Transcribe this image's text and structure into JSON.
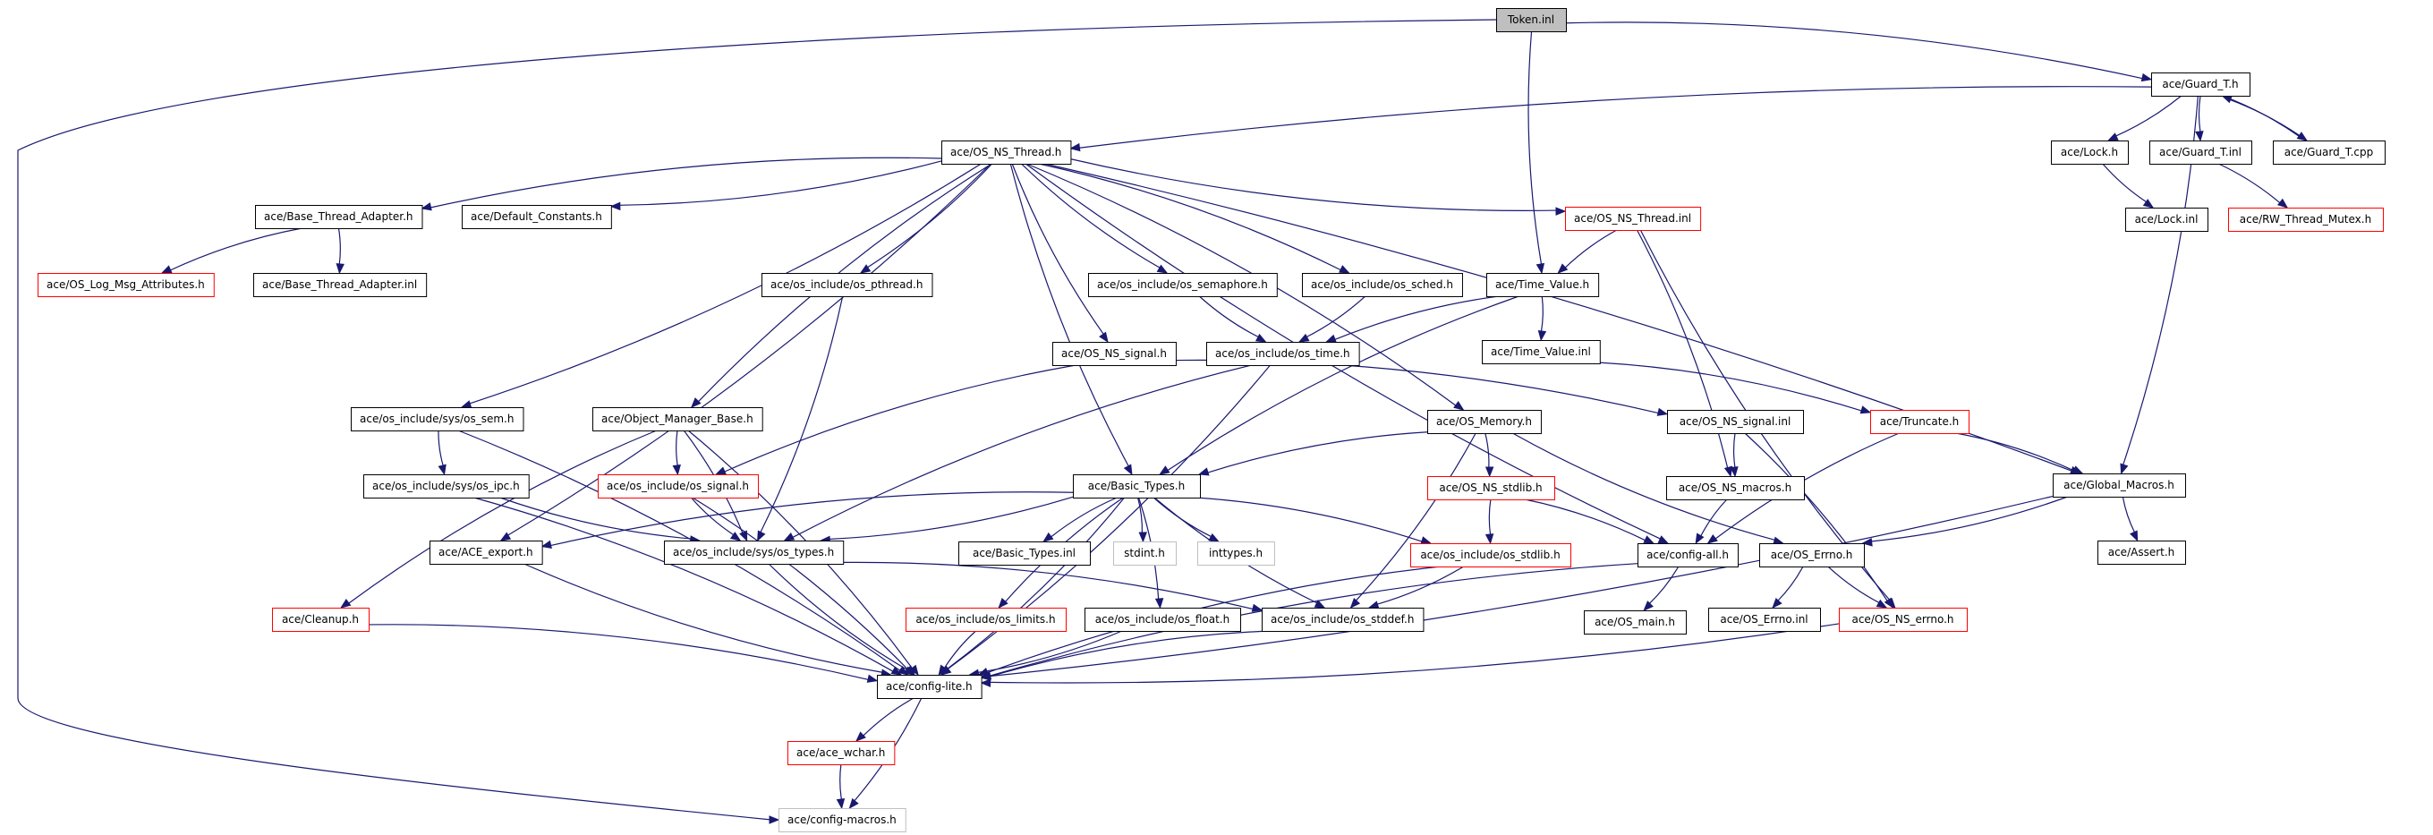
{
  "title": "Token.inl include dependency graph",
  "colors": {
    "edge": "#191970",
    "border_normal": "#000000",
    "border_truncated": "#ff0000",
    "border_external": "#bfbfbf",
    "root_fill": "#bfbfbf"
  },
  "nodes": [
    {
      "id": "token_inl",
      "label": "Token.inl",
      "kind": "root"
    },
    {
      "id": "guard_t_h",
      "label": "ace/Guard_T.h",
      "kind": "normal"
    },
    {
      "id": "os_ns_thread_h",
      "label": "ace/OS_NS_Thread.h",
      "kind": "normal"
    },
    {
      "id": "lock_h",
      "label": "ace/Lock.h",
      "kind": "normal"
    },
    {
      "id": "guard_t_inl",
      "label": "ace/Guard_T.inl",
      "kind": "normal"
    },
    {
      "id": "guard_t_cpp",
      "label": "ace/Guard_T.cpp",
      "kind": "normal"
    },
    {
      "id": "lock_inl",
      "label": "ace/Lock.inl",
      "kind": "normal"
    },
    {
      "id": "rw_thread_mutex_h",
      "label": "ace/RW_Thread_Mutex.h",
      "kind": "truncated"
    },
    {
      "id": "base_thread_adapter_h",
      "label": "ace/Base_Thread_Adapter.h",
      "kind": "normal"
    },
    {
      "id": "default_constants_h",
      "label": "ace/Default_Constants.h",
      "kind": "normal"
    },
    {
      "id": "os_ns_thread_inl",
      "label": "ace/OS_NS_Thread.inl",
      "kind": "truncated"
    },
    {
      "id": "os_log_msg_attributes_h",
      "label": "ace/OS_Log_Msg_Attributes.h",
      "kind": "truncated"
    },
    {
      "id": "base_thread_adapter_inl",
      "label": "ace/Base_Thread_Adapter.inl",
      "kind": "normal"
    },
    {
      "id": "os_pthread_h",
      "label": "ace/os_include/os_pthread.h",
      "kind": "normal"
    },
    {
      "id": "os_semaphore_h",
      "label": "ace/os_include/os_semaphore.h",
      "kind": "normal"
    },
    {
      "id": "os_sched_h",
      "label": "ace/os_include/os_sched.h",
      "kind": "normal"
    },
    {
      "id": "time_value_h",
      "label": "ace/Time_Value.h",
      "kind": "normal"
    },
    {
      "id": "os_ns_signal_h",
      "label": "ace/OS_NS_signal.h",
      "kind": "normal"
    },
    {
      "id": "os_time_h",
      "label": "ace/os_include/os_time.h",
      "kind": "normal"
    },
    {
      "id": "time_value_inl",
      "label": "ace/Time_Value.inl",
      "kind": "normal"
    },
    {
      "id": "sys_os_sem_h",
      "label": "ace/os_include/sys/os_sem.h",
      "kind": "normal"
    },
    {
      "id": "object_manager_base_h",
      "label": "ace/Object_Manager_Base.h",
      "kind": "normal"
    },
    {
      "id": "os_memory_h",
      "label": "ace/OS_Memory.h",
      "kind": "normal"
    },
    {
      "id": "os_ns_signal_inl",
      "label": "ace/OS_NS_signal.inl",
      "kind": "normal"
    },
    {
      "id": "truncate_h",
      "label": "ace/Truncate.h",
      "kind": "truncated"
    },
    {
      "id": "sys_os_ipc_h",
      "label": "ace/os_include/sys/os_ipc.h",
      "kind": "normal"
    },
    {
      "id": "os_signal_h",
      "label": "ace/os_include/os_signal.h",
      "kind": "truncated"
    },
    {
      "id": "basic_types_h",
      "label": "ace/Basic_Types.h",
      "kind": "normal"
    },
    {
      "id": "os_ns_stdlib_h",
      "label": "ace/OS_NS_stdlib.h",
      "kind": "truncated"
    },
    {
      "id": "os_ns_macros_h",
      "label": "ace/OS_NS_macros.h",
      "kind": "normal"
    },
    {
      "id": "global_macros_h",
      "label": "ace/Global_Macros.h",
      "kind": "normal"
    },
    {
      "id": "ace_export_h",
      "label": "ace/ACE_export.h",
      "kind": "normal"
    },
    {
      "id": "sys_os_types_h",
      "label": "ace/os_include/sys/os_types.h",
      "kind": "normal"
    },
    {
      "id": "basic_types_inl",
      "label": "ace/Basic_Types.inl",
      "kind": "normal"
    },
    {
      "id": "stdint_h",
      "label": "stdint.h",
      "kind": "external"
    },
    {
      "id": "inttypes_h",
      "label": "inttypes.h",
      "kind": "external"
    },
    {
      "id": "os_stdlib_h",
      "label": "ace/os_include/os_stdlib.h",
      "kind": "truncated"
    },
    {
      "id": "config_all_h",
      "label": "ace/config-all.h",
      "kind": "normal"
    },
    {
      "id": "os_errno_h",
      "label": "ace/OS_Errno.h",
      "kind": "normal"
    },
    {
      "id": "assert_h",
      "label": "ace/Assert.h",
      "kind": "normal"
    },
    {
      "id": "cleanup_h",
      "label": "ace/Cleanup.h",
      "kind": "truncated"
    },
    {
      "id": "os_limits_h",
      "label": "ace/os_include/os_limits.h",
      "kind": "truncated"
    },
    {
      "id": "os_float_h",
      "label": "ace/os_include/os_float.h",
      "kind": "normal"
    },
    {
      "id": "os_stddef_h",
      "label": "ace/os_include/os_stddef.h",
      "kind": "normal"
    },
    {
      "id": "os_main_h",
      "label": "ace/OS_main.h",
      "kind": "normal"
    },
    {
      "id": "os_errno_inl",
      "label": "ace/OS_Errno.inl",
      "kind": "normal"
    },
    {
      "id": "os_ns_errno_h",
      "label": "ace/OS_NS_errno.h",
      "kind": "truncated"
    },
    {
      "id": "config_lite_h",
      "label": "ace/config-lite.h",
      "kind": "normal"
    },
    {
      "id": "ace_wchar_h",
      "label": "ace/ace_wchar.h",
      "kind": "truncated"
    },
    {
      "id": "config_macros_h",
      "label": "ace/config-macros.h",
      "kind": "external"
    }
  ],
  "edges": [
    [
      "token_inl",
      "guard_t_h"
    ],
    [
      "token_inl",
      "time_value_h"
    ],
    [
      "token_inl",
      "config_macros_h"
    ],
    [
      "guard_t_h",
      "os_ns_thread_h"
    ],
    [
      "guard_t_h",
      "lock_h"
    ],
    [
      "guard_t_h",
      "guard_t_inl"
    ],
    [
      "guard_t_h",
      "guard_t_cpp"
    ],
    [
      "guard_t_cpp",
      "guard_t_h"
    ],
    [
      "guard_t_h",
      "global_macros_h"
    ],
    [
      "lock_h",
      "lock_inl"
    ],
    [
      "guard_t_inl",
      "rw_thread_mutex_h"
    ],
    [
      "os_ns_thread_h",
      "base_thread_adapter_h"
    ],
    [
      "os_ns_thread_h",
      "default_constants_h"
    ],
    [
      "os_ns_thread_h",
      "os_ns_thread_inl"
    ],
    [
      "os_ns_thread_h",
      "os_pthread_h"
    ],
    [
      "os_ns_thread_h",
      "os_semaphore_h"
    ],
    [
      "os_ns_thread_h",
      "os_sched_h"
    ],
    [
      "os_ns_thread_h",
      "os_ns_signal_h"
    ],
    [
      "os_ns_thread_h",
      "sys_os_sem_h"
    ],
    [
      "os_ns_thread_h",
      "object_manager_base_h"
    ],
    [
      "os_ns_thread_h",
      "os_memory_h"
    ],
    [
      "os_ns_thread_h",
      "basic_types_h"
    ],
    [
      "os_ns_thread_h",
      "ace_export_h"
    ],
    [
      "os_ns_thread_h",
      "config_all_h"
    ],
    [
      "os_ns_thread_h",
      "global_macros_h"
    ],
    [
      "base_thread_adapter_h",
      "os_log_msg_attributes_h"
    ],
    [
      "base_thread_adapter_h",
      "base_thread_adapter_inl"
    ],
    [
      "os_ns_thread_inl",
      "time_value_h"
    ],
    [
      "os_ns_thread_inl",
      "os_ns_macros_h"
    ],
    [
      "os_ns_thread_inl",
      "os_ns_errno_h"
    ],
    [
      "os_pthread_h",
      "sys_os_types_h"
    ],
    [
      "os_semaphore_h",
      "os_time_h"
    ],
    [
      "os_sched_h",
      "os_time_h"
    ],
    [
      "time_value_h",
      "os_time_h"
    ],
    [
      "time_value_h",
      "time_value_inl"
    ],
    [
      "time_value_h",
      "basic_types_h"
    ],
    [
      "time_value_inl",
      "truncate_h"
    ],
    [
      "os_ns_signal_h",
      "os_signal_h"
    ],
    [
      "os_ns_signal_h",
      "os_ns_signal_inl"
    ],
    [
      "os_time_h",
      "sys_os_types_h"
    ],
    [
      "os_time_h",
      "config_lite_h"
    ],
    [
      "sys_os_sem_h",
      "sys_os_ipc_h"
    ],
    [
      "sys_os_sem_h",
      "config_lite_h"
    ],
    [
      "object_manager_base_h",
      "os_signal_h"
    ],
    [
      "object_manager_base_h",
      "sys_os_types_h"
    ],
    [
      "object_manager_base_h",
      "cleanup_h"
    ],
    [
      "object_manager_base_h",
      "config_lite_h"
    ],
    [
      "os_memory_h",
      "basic_types_h"
    ],
    [
      "os_memory_h",
      "os_ns_stdlib_h"
    ],
    [
      "os_memory_h",
      "os_errno_h"
    ],
    [
      "os_memory_h",
      "os_stddef_h"
    ],
    [
      "os_ns_signal_inl",
      "os_ns_macros_h"
    ],
    [
      "os_ns_signal_inl",
      "os_ns_errno_h"
    ],
    [
      "truncate_h",
      "config_all_h"
    ],
    [
      "truncate_h",
      "global_macros_h"
    ],
    [
      "sys_os_ipc_h",
      "sys_os_types_h"
    ],
    [
      "sys_os_ipc_h",
      "config_lite_h"
    ],
    [
      "os_signal_h",
      "sys_os_types_h"
    ],
    [
      "os_signal_h",
      "config_lite_h"
    ],
    [
      "basic_types_h",
      "ace_export_h"
    ],
    [
      "basic_types_h",
      "sys_os_types_h"
    ],
    [
      "basic_types_h",
      "basic_types_inl"
    ],
    [
      "basic_types_h",
      "stdint_h"
    ],
    [
      "basic_types_h",
      "inttypes_h"
    ],
    [
      "basic_types_h",
      "os_stdlib_h"
    ],
    [
      "basic_types_h",
      "os_limits_h"
    ],
    [
      "basic_types_h",
      "os_float_h"
    ],
    [
      "basic_types_h",
      "os_stddef_h"
    ],
    [
      "basic_types_h",
      "config_lite_h"
    ],
    [
      "os_ns_stdlib_h",
      "os_stdlib_h"
    ],
    [
      "os_ns_stdlib_h",
      "config_all_h"
    ],
    [
      "os_ns_macros_h",
      "config_all_h"
    ],
    [
      "global_macros_h",
      "os_errno_h"
    ],
    [
      "global_macros_h",
      "assert_h"
    ],
    [
      "global_macros_h",
      "config_lite_h"
    ],
    [
      "ace_export_h",
      "config_lite_h"
    ],
    [
      "sys_os_types_h",
      "os_stddef_h"
    ],
    [
      "sys_os_types_h",
      "config_lite_h"
    ],
    [
      "os_stdlib_h",
      "os_stddef_h"
    ],
    [
      "os_stdlib_h",
      "config_lite_h"
    ],
    [
      "config_all_h",
      "os_main_h"
    ],
    [
      "config_all_h",
      "config_lite_h"
    ],
    [
      "os_errno_h",
      "os_errno_inl"
    ],
    [
      "os_errno_h",
      "os_ns_errno_h"
    ],
    [
      "cleanup_h",
      "config_lite_h"
    ],
    [
      "os_limits_h",
      "config_lite_h"
    ],
    [
      "os_float_h",
      "config_lite_h"
    ],
    [
      "os_stddef_h",
      "config_lite_h"
    ],
    [
      "os_ns_errno_h",
      "config_lite_h"
    ],
    [
      "config_lite_h",
      "ace_wchar_h"
    ],
    [
      "config_lite_h",
      "config_macros_h"
    ],
    [
      "ace_wchar_h",
      "config_macros_h"
    ]
  ]
}
